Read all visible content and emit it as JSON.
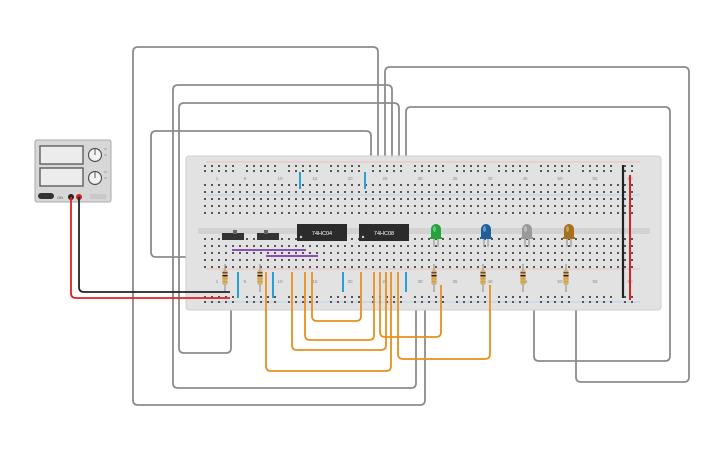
{
  "power_supply": {
    "label_on": "ON",
    "minus_label": "",
    "plus_label": ""
  },
  "ics": [
    {
      "id": "u1",
      "label": "74HC04"
    },
    {
      "id": "u2",
      "label": "74HC08"
    }
  ],
  "breadboard": {
    "column_labels_top": [
      "1",
      "5",
      "10",
      "15",
      "20",
      "25",
      "30",
      "35",
      "40",
      "45",
      "50",
      "55",
      "60"
    ],
    "column_labels_bottom": [
      "1",
      "5",
      "10",
      "15",
      "20",
      "25",
      "30",
      "35",
      "40",
      "45",
      "50",
      "55",
      "60"
    ]
  },
  "leds": [
    {
      "name": "led-green",
      "color": "#23a43a"
    },
    {
      "name": "led-blue",
      "color": "#1f5f9a"
    },
    {
      "name": "led-gray",
      "color": "#9a9a9a"
    },
    {
      "name": "led-brown",
      "color": "#a4701e"
    }
  ],
  "switches": [
    {
      "name": "slide-switch-a"
    },
    {
      "name": "slide-switch-b"
    }
  ],
  "colors": {
    "board": "#e2e2e2",
    "wire_gray": "#8a8a8a",
    "wire_orange": "#e8901e",
    "wire_red": "#e02020",
    "wire_black": "#222222",
    "wire_purple": "#8a4fb8",
    "wire_blue": "#2a9fd0"
  }
}
